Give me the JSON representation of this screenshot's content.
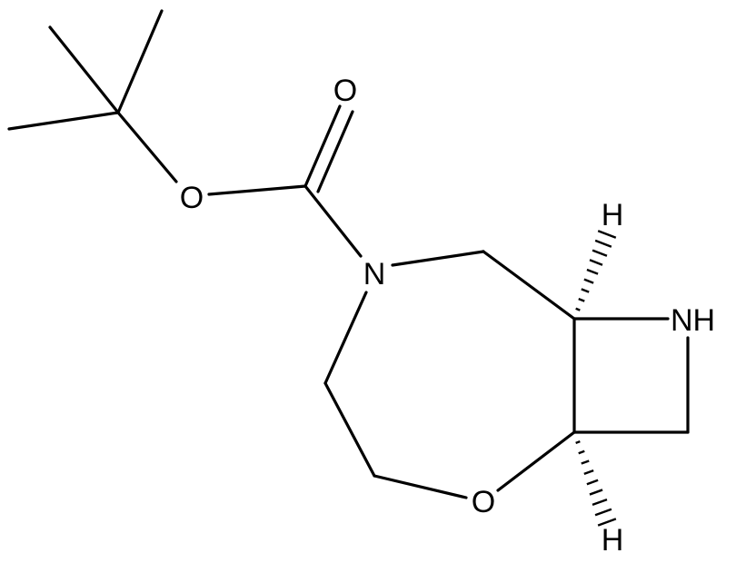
{
  "molecule": {
    "colors": {
      "bond": "#000000",
      "label": "#000000",
      "background": "#ffffff"
    },
    "atoms": {
      "carbonyl_oxygen": "O",
      "ester_oxygen": "O",
      "ring_nitrogen": "N",
      "ring_oxygen": "O",
      "azetidine_nh": "NH",
      "upper_hydrogen": "H",
      "lower_hydrogen": "H"
    }
  }
}
